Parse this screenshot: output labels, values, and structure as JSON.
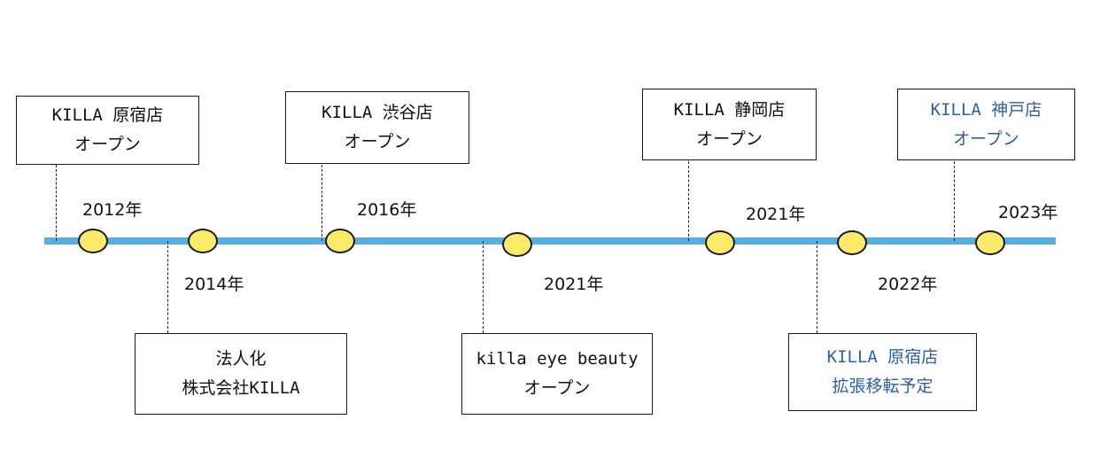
{
  "events_top": [
    {
      "line1": "KILLA 原宿店",
      "line2": "オープン",
      "highlight": false
    },
    {
      "line1": "KILLA 渋谷店",
      "line2": "オープン",
      "highlight": false
    },
    {
      "line1": "KILLA 静岡店",
      "line2": "オープン",
      "highlight": false
    },
    {
      "line1": "KILLA 神戸店",
      "line2": "オープン",
      "highlight": true,
      "color": "#2f5f9e"
    }
  ],
  "events_bottom": [
    {
      "line1": "法人化",
      "line2": "株式会社KILLA",
      "highlight": false
    },
    {
      "line1": "killa eye beauty",
      "line2": "オープン",
      "highlight": false
    },
    {
      "line1": "KILLA 原宿店",
      "line2": "拡張移転予定",
      "highlight": true,
      "color": "#2f5f9e"
    }
  ],
  "years": [
    "2012年",
    "2014年",
    "2016年",
    "2021年",
    "2021年",
    "2022年",
    "2023年"
  ],
  "colors": {
    "timeline": "#5aaedc",
    "dot_fill": "#fcea6a",
    "dot_border": "#1a1a1a",
    "highlight_text": "#2f5f9e"
  }
}
